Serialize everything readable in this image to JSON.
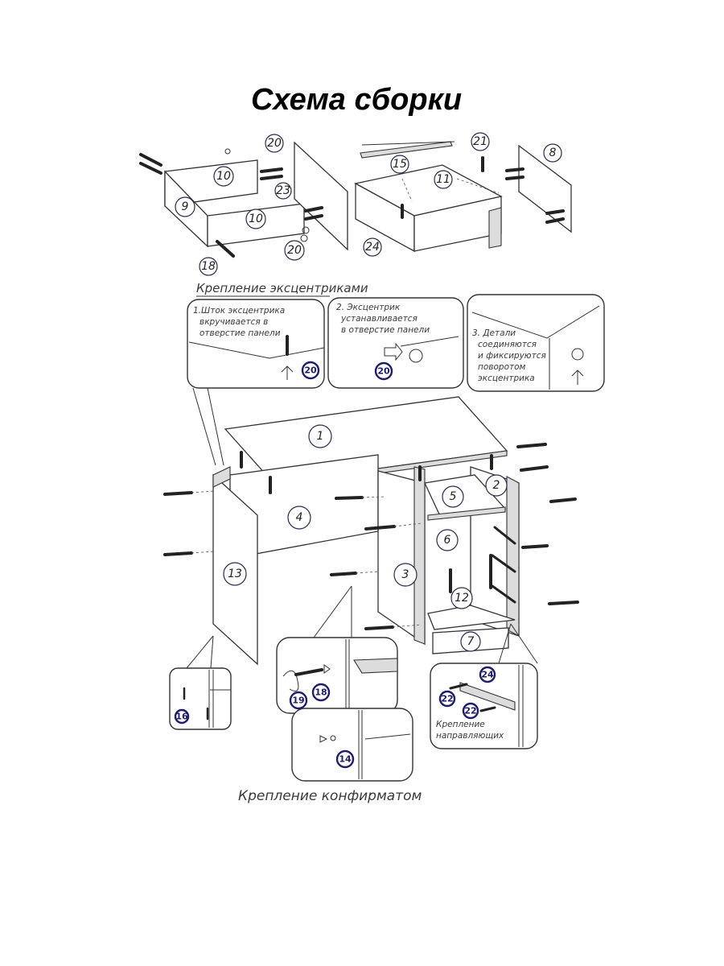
{
  "title": "Схема сборки",
  "eccentric_section": {
    "heading": "Крепление эксцентриками",
    "steps": [
      {
        "text_lines": [
          "1.Шток эксцентрика",
          "вкручивается в",
          "отверстие панели"
        ],
        "part": "20"
      },
      {
        "text_lines": [
          "2. Эксцентрик",
          "устанавливается",
          "в отверстие панели"
        ],
        "part": "20"
      },
      {
        "text_lines": [
          "3. Детали",
          "соединяются",
          "и фиксируются",
          "поворотом",
          "эксцентрика"
        ]
      }
    ]
  },
  "confirmat_section": {
    "heading": "Крепление конфирматом",
    "parts": [
      "19",
      "18",
      "14"
    ]
  },
  "guides_section": {
    "label_lines": [
      "Крепление",
      "направляющих"
    ],
    "parts": [
      "24",
      "22",
      "22"
    ]
  },
  "foot_detail": {
    "part": "16"
  },
  "drawer_parts": [
    "20",
    "10",
    "9",
    "10",
    "23",
    "20",
    "18",
    "21",
    "15",
    "11",
    "8",
    "24"
  ],
  "desk_parts": [
    "1",
    "2",
    "4",
    "5",
    "6",
    "3",
    "12",
    "7",
    "13"
  ]
}
